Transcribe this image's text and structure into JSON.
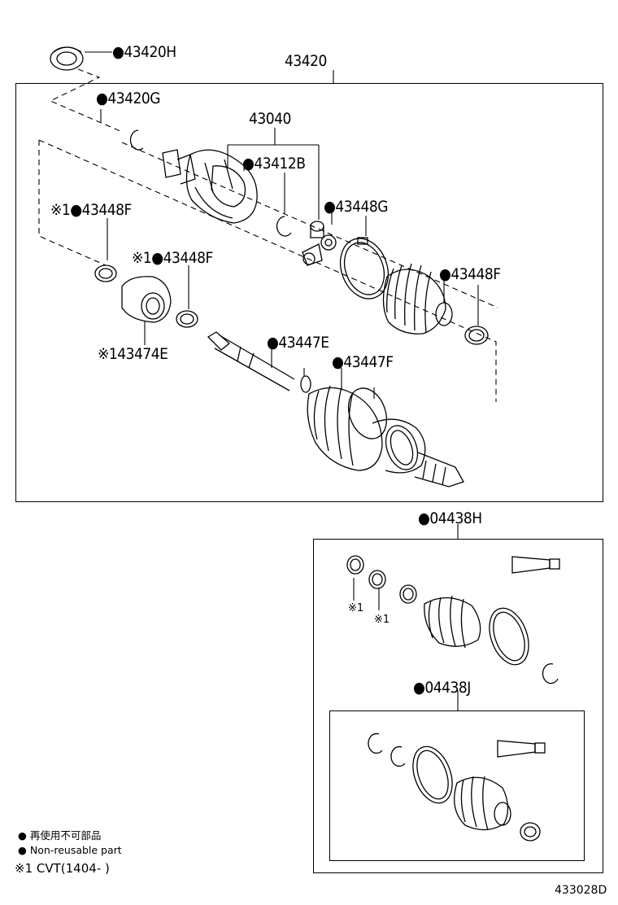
{
  "parts": {
    "p43420H": "●43420H",
    "p43420": "43420",
    "p43420G": "●43420G",
    "p43040": "43040",
    "p43412B": "●43412B",
    "p43448G": "●43448G",
    "p43448F_left": "※1●43448F",
    "p43448F_mid": "※1●43448F",
    "p43448F_right": "●43448F",
    "p43474E": "※143474E",
    "p43447E": "●43447E",
    "p43447F": "●43447F",
    "p04438H": "●04438H",
    "p04438J": "●04438J",
    "note_a": "※1",
    "note_b": "※1"
  },
  "legend": {
    "bullet": "●",
    "line1": "再使用不可部品",
    "line2": "Non-reusable part",
    "cvt": "※1 CVT(1404-          )"
  },
  "diagram_code": "433028D"
}
